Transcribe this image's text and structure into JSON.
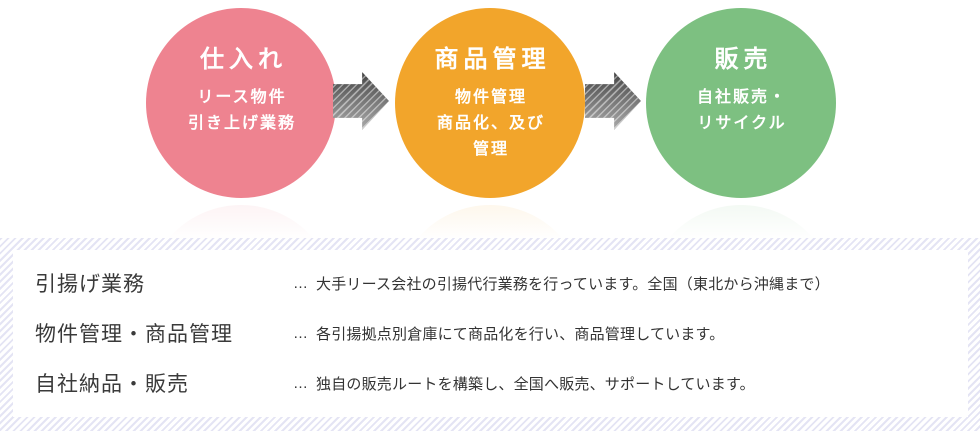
{
  "flow": {
    "steps": [
      {
        "title": "仕入れ",
        "lines": [
          "リース物件",
          "引き上げ業務"
        ],
        "color": "#ee8390"
      },
      {
        "title": "商品管理",
        "lines": [
          "物件管理",
          "商品化、及び",
          "管理"
        ],
        "color": "#f2a52b"
      },
      {
        "title": "販売",
        "lines": [
          "自社販売・",
          "リサイクル"
        ],
        "color": "#7dc081"
      }
    ],
    "arrow": {
      "dark_color": "#454545",
      "light_color": "#ababab"
    }
  },
  "details": {
    "stripe_color": "#e4e4f4",
    "panel_bg": "#ffffff",
    "rows": [
      {
        "label": "引揚げ業務",
        "ellipsis": "…",
        "description": "大手リース会社の引揚代行業務を行っています。全国（東北から沖縄まで）"
      },
      {
        "label": "物件管理・商品管理",
        "ellipsis": "…",
        "description": "各引揚拠点別倉庫にて商品化を行い、商品管理しています。"
      },
      {
        "label": "自社納品・販売",
        "ellipsis": "…",
        "description": "独自の販売ルートを構築し、全国へ販売、サポートしています。"
      }
    ]
  }
}
